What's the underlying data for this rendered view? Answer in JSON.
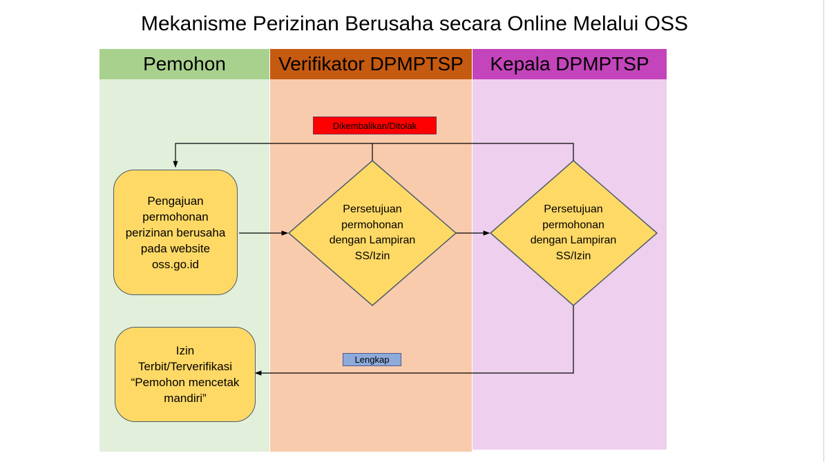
{
  "title": "Mekanisme Perizinan Berusaha secara Online Melalui OSS",
  "lanes": [
    {
      "label": "Pemohon",
      "header_color": "#a9d18e",
      "body_color": "#e2efda"
    },
    {
      "label": "Verifikator DPMPTSP",
      "header_color": "#c55a11",
      "body_color": "#f8cbad"
    },
    {
      "label": "Kepala DPMPTSP",
      "header_color": "#c444bb",
      "body_color": "#eecfee"
    }
  ],
  "nodes": {
    "submit": "Pengajuan permohonan perizinan berusaha pada website oss.go.id",
    "verify": "Persetujuan permohonan dengan Lampiran SS/Izin",
    "head": "Persetujuan permohonan dengan Lampiran SS/Izin",
    "issued_line1": "Izin",
    "issued_line2": "Terbit/Terverifikasi",
    "issued_line3": "“Pemohon mencetak mandiri”"
  },
  "labels": {
    "rejected": "Dikembalikan/Ditolak",
    "complete": "Lengkap"
  },
  "colors": {
    "node": "#ffd966",
    "rejected": "#ff0000",
    "complete": "#8eaadb"
  }
}
